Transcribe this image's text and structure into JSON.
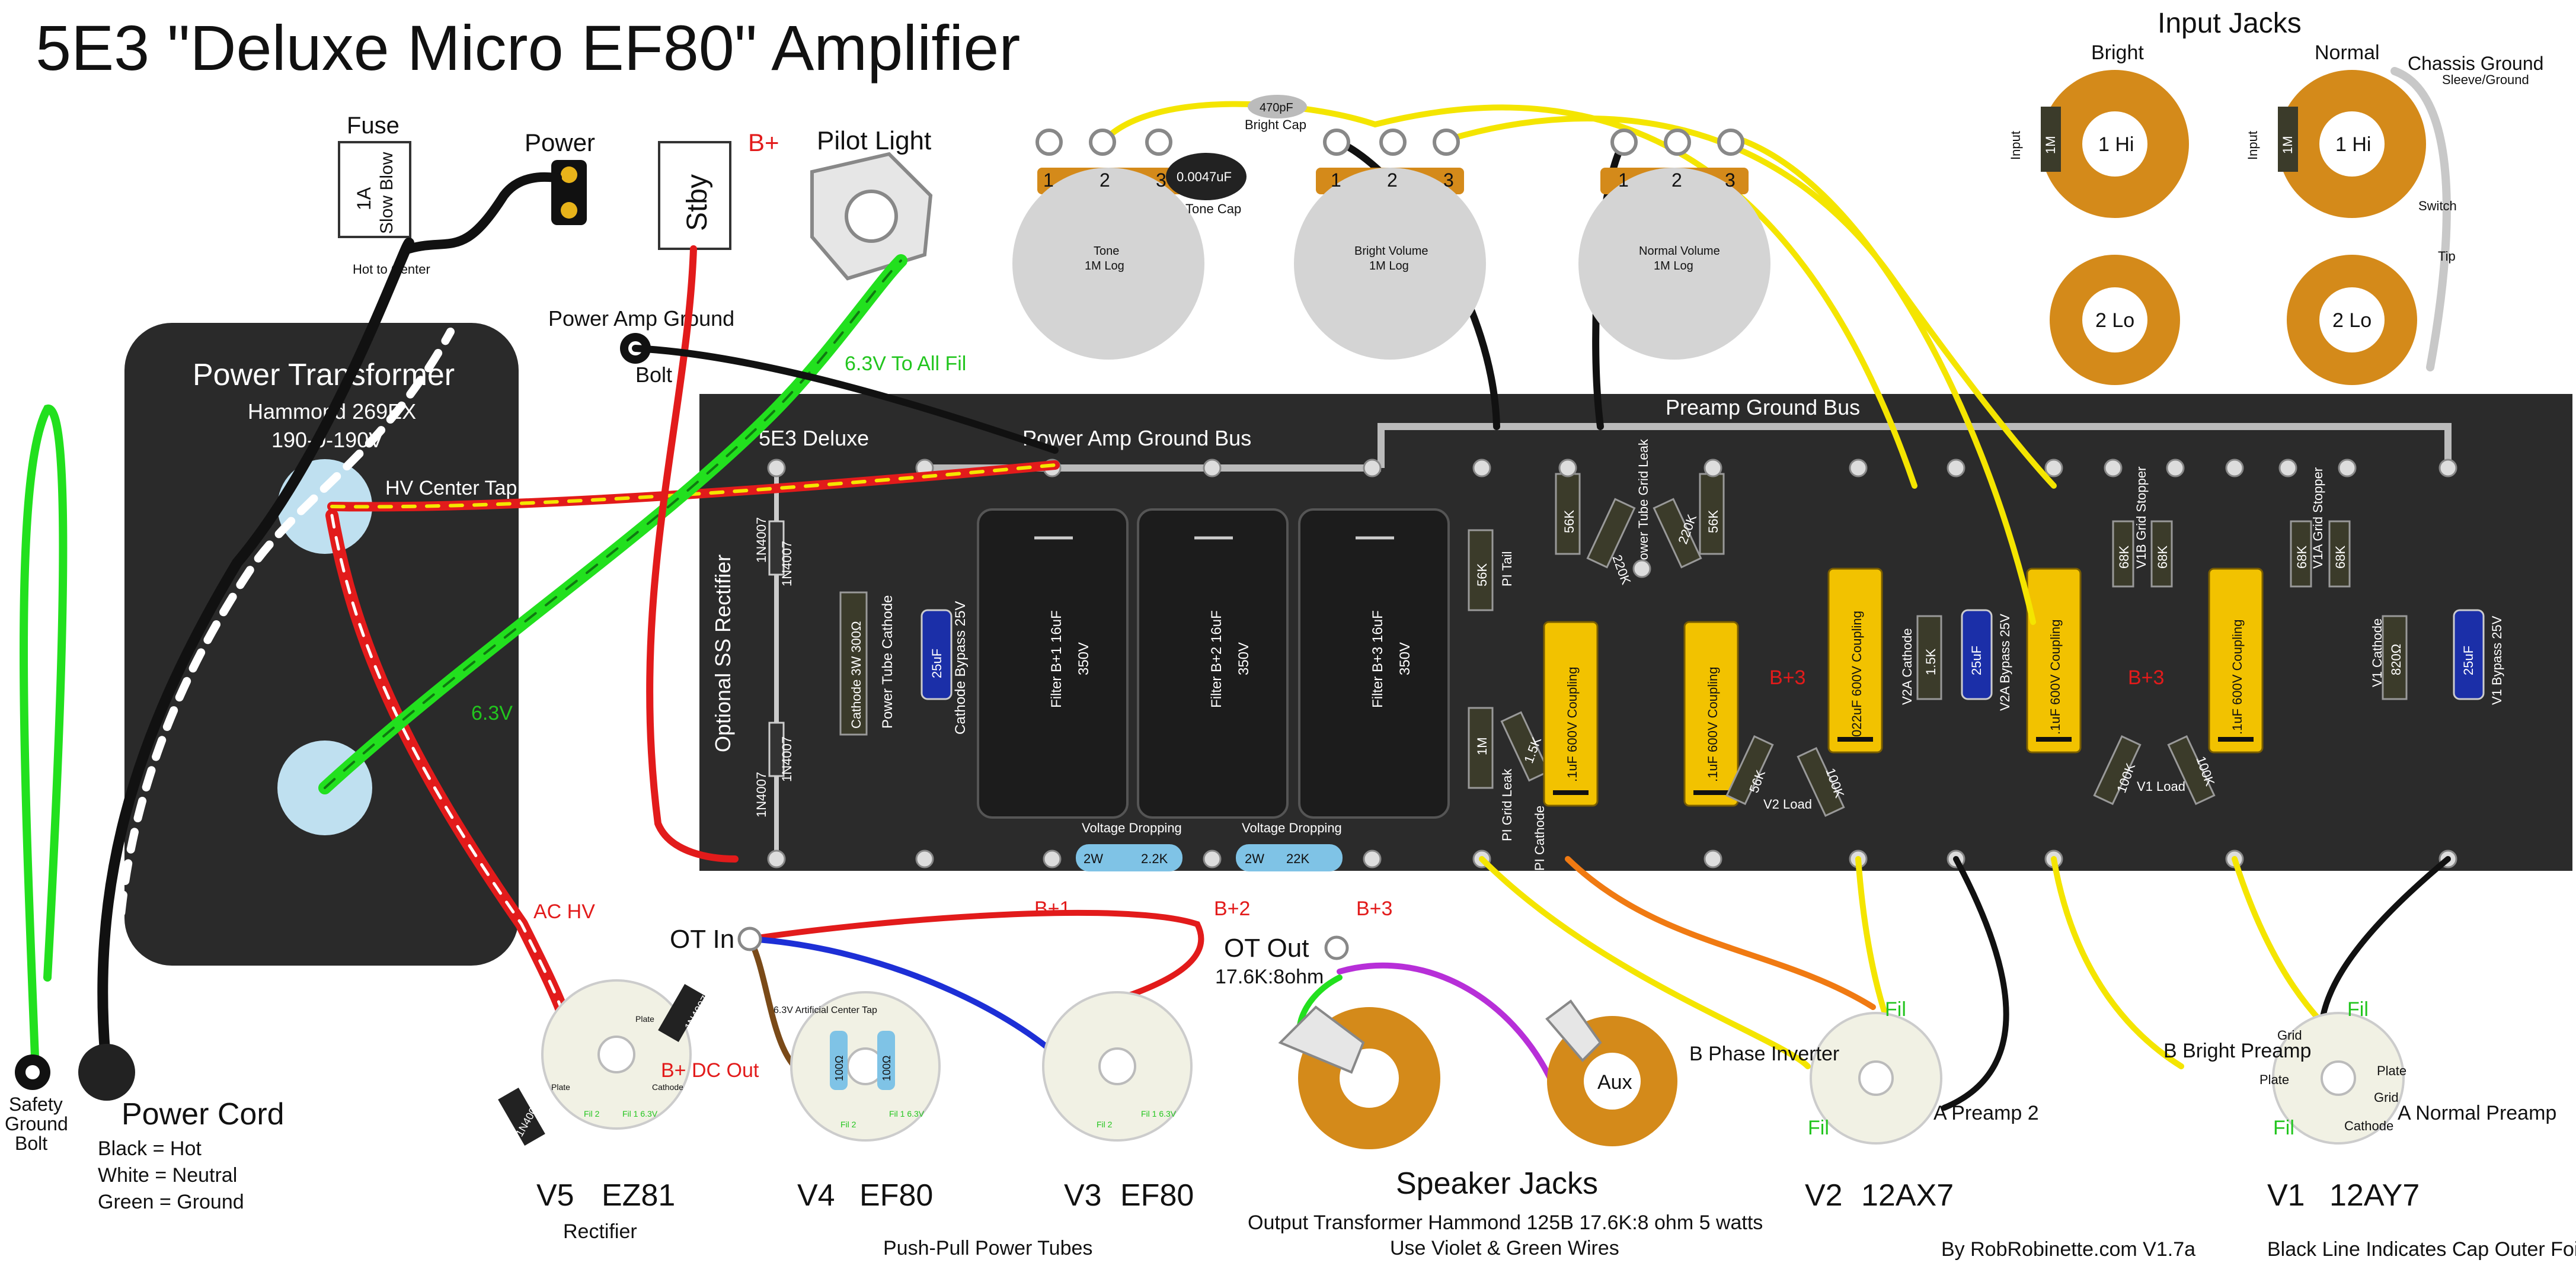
{
  "title": "5E3 \"Deluxe Micro EF80\" Amplifier",
  "credit": "By RobRobinette.com  V1.7a",
  "footnote": "Black Line Indicates Cap Outer Foil",
  "colors": {
    "board": "#2b2b2b",
    "pot": "#d4d4d4",
    "jack": "#d48a1a",
    "cap_yellow": "#f2c200",
    "wire_red": "#e21b1b",
    "wire_yellow": "#f4e500",
    "wire_green": "#22e01e",
    "wire_black": "#111111",
    "wire_white": "#ffffff",
    "wire_orange": "#f07a12",
    "wire_violet": "#b72fd8",
    "wire_blue": "#1d2fd6",
    "wire_brown": "#7a4a18",
    "tube_socket": "#f1f1e4",
    "transformer": "#2a2a2a",
    "label_red": "#e21b1b",
    "label_green": "#22c51e"
  },
  "fuse": {
    "title": "Fuse",
    "rating": "1A",
    "type": "Slow Blow",
    "note": "Hot to Center"
  },
  "power_switch": {
    "label": "Power"
  },
  "standby": {
    "label": "Stby",
    "bplus": "B+"
  },
  "pilot_light": {
    "label": "Pilot Light",
    "fil_label": "6.3V To All Fil"
  },
  "power_amp_ground": {
    "label": "Power Amp Ground",
    "bolt": "Bolt"
  },
  "transformer": {
    "title": "Power Transformer",
    "model": "Hammond 269EX",
    "rating": "190-0-190V",
    "hv_center_tap": "HV Center Tap",
    "v63": "6.3V",
    "ac_hv": "AC HV"
  },
  "safety_ground": {
    "line1": "Safety",
    "line2": "Ground",
    "line3": "Bolt"
  },
  "power_cord": {
    "title": "Power Cord",
    "legend": [
      "Black = Hot",
      "White = Neutral",
      "Green = Ground"
    ]
  },
  "pots": [
    {
      "name": "Tone",
      "value": "1M Log",
      "pins": [
        "1",
        "2",
        "3"
      ]
    },
    {
      "name": "Bright Volume",
      "value": "1M Log",
      "pins": [
        "1",
        "2",
        "3"
      ]
    },
    {
      "name": "Normal Volume",
      "value": "1M Log",
      "pins": [
        "1",
        "2",
        "3"
      ]
    }
  ],
  "bright_cap": {
    "value": "470pF",
    "label": "Bright Cap"
  },
  "tone_cap": {
    "value": "0.0047uF",
    "label": "Tone Cap"
  },
  "input_jacks": {
    "title": "Input Jacks",
    "bright": "Bright",
    "normal": "Normal",
    "chassis_ground": "Chassis Ground",
    "sleeve_ground": "Sleeve/Ground",
    "hi": "1 Hi",
    "lo": "2 Lo",
    "input": "Input",
    "res_1m": "1M",
    "switch": "Switch",
    "tip": "Tip"
  },
  "board": {
    "name": "5E3 Deluxe",
    "power_amp_ground_bus": "Power Amp Ground Bus",
    "preamp_ground_bus": "Preamp Ground Bus",
    "rectifier": "Optional SS Rectifier",
    "diodes": [
      "1N4007",
      "1N4007",
      "1N4007",
      "1N4007"
    ],
    "components": {
      "pt_cathode": "Power Tube Cathode",
      "cathode_res": "Cathode 3W 300Ω",
      "cathode_bypass_val": "25uF",
      "cathode_bypass": "Cathode Bypass 25V",
      "filter1": "Filter B+1 16uF",
      "filter2": "Filter B+2 16uF",
      "filter3": "Filter B+3 16uF",
      "filter_v": "350V",
      "vdrop": "Voltage Dropping",
      "r_2w": "2W",
      "r_22k_a": "2.2K",
      "r_22k_b": "22K",
      "b1": "B+1",
      "b2": "B+2",
      "b3": "B+3",
      "pi_tail": "PI Tail",
      "r_56k": "56K",
      "r_1m": "1M",
      "r_15k": "1.5K",
      "pi_grid_leak": "PI Grid Leak",
      "pi_cathode": "PI Cathode",
      "ptgl": "Power Tube Grid Leak",
      "r_220k": "220K",
      "coupling_1": ".1uF 600V Coupling",
      "coupling_022": ".022uF 600V Coupling",
      "r_100k": "100K",
      "v2_load": "V2 Load",
      "v2a_cathode": "V2A Cathode",
      "v2a_bypass": "V2A Bypass 25V",
      "v1_load": "V1 Load",
      "v1b_grid_stopper": "V1B Grid Stopper",
      "v1a_grid_stopper": "V1A Grid Stopper",
      "r_68k": "68K",
      "v1_cathode": "V1 Cathode",
      "r_820": "820Ω",
      "v1_bypass": "V1 Bypass 25V"
    }
  },
  "tubes": [
    {
      "id": "V5",
      "type": "EZ81",
      "role": "Rectifier"
    },
    {
      "id": "V4",
      "type": "EF80",
      "role": ""
    },
    {
      "id": "V3",
      "type": "EF80",
      "role": ""
    },
    {
      "id": "V2",
      "type": "12AX7",
      "role": ""
    },
    {
      "id": "V1",
      "type": "12AY7",
      "role": ""
    }
  ],
  "push_pull": "Push-Pull Power Tubes",
  "v5_labels": {
    "plate": "Plate",
    "cathode": "Cathode",
    "fil1": "Fil 1 6.3V",
    "fil2": "Fil 2",
    "bplus_out": "B+ DC Out",
    "diode": "1N4007"
  },
  "v4_labels": {
    "ct": "6.3V Artificial Center Tap",
    "r100": "100Ω",
    "fil1": "Fil 1 6.3V",
    "fil2": "Fil 2"
  },
  "v3_labels": {
    "fil1": "Fil 1 6.3V",
    "fil2": "Fil 2"
  },
  "ot": {
    "in": "OT In",
    "out": "OT Out",
    "ratio": "17.6K:8ohm"
  },
  "speaker": {
    "title": "Speaker Jacks",
    "note1": "Output Transformer Hammond 125B 17.6K:8 ohm 5 watts",
    "note2": "Use Violet & Green Wires",
    "aux": "Aux"
  },
  "v2_labels": {
    "b_pi": "B Phase Inverter",
    "a": "A Preamp 2",
    "fil": "Fil"
  },
  "v1_labels": {
    "b": "B Bright Preamp",
    "a": "A Normal Preamp",
    "fil": "Fil",
    "grid": "Grid",
    "plate": "Plate",
    "cathode": "Cathode"
  }
}
